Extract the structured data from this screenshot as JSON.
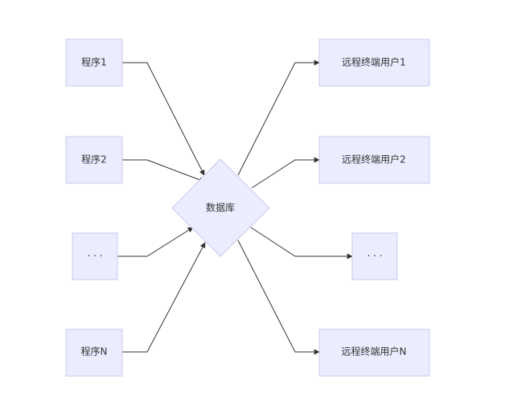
{
  "diagram": {
    "center": {
      "label": "数据库"
    },
    "sources": [
      {
        "label": "程序1"
      },
      {
        "label": "程序2"
      },
      {
        "label": "· · ·"
      },
      {
        "label": "程序N"
      }
    ],
    "targets": [
      {
        "label": "远程终端用户1"
      },
      {
        "label": "远程终端用户2"
      },
      {
        "label": "· · ·"
      },
      {
        "label": "远程终端用户N"
      }
    ]
  }
}
